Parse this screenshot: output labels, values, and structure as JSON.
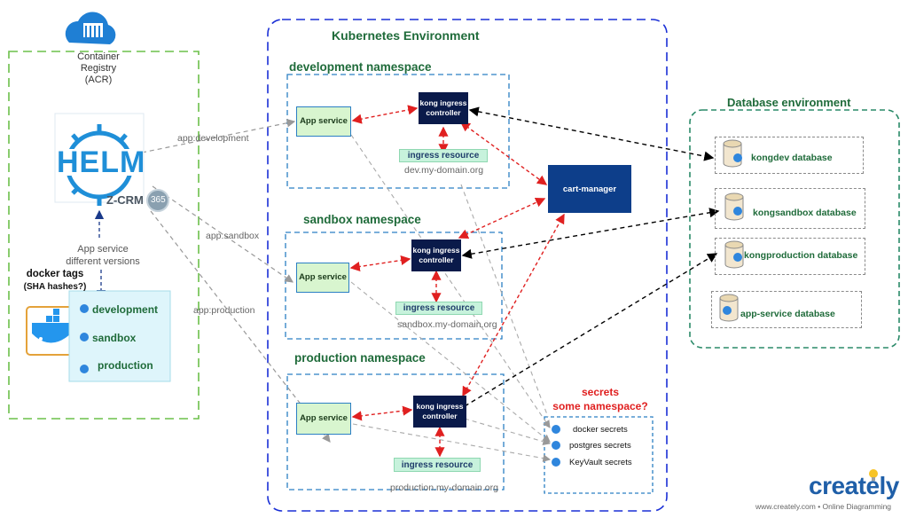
{
  "kubernetes": {
    "title": "Kubernetes Environment"
  },
  "acr": {
    "label_line1": "Container",
    "label_line2": "Registry (ACR)"
  },
  "helm": {
    "logo_text": "HELM",
    "zcrm_text": "Z-CRM",
    "zcrm_suffix": "365"
  },
  "app_service_versions": {
    "line1": "App service",
    "line2": "different versions"
  },
  "docker_tags": {
    "line1": "docker tags",
    "line2": "(SHA hashes?)",
    "items": [
      "development",
      "sandbox",
      "production"
    ]
  },
  "edge_labels": {
    "dev": "app:development",
    "sandbox": "app:sandbox",
    "production": "app:production"
  },
  "namespaces": [
    {
      "title": "development namespace",
      "app_label": "App service",
      "kong_label": "kong ingress controller",
      "ingress_label": "ingress resource",
      "domain": "dev.my-domain.org"
    },
    {
      "title": "sandbox namespace",
      "app_label": "App service",
      "kong_label": "kong ingress controller",
      "ingress_label": "ingress resource",
      "domain": "sandbox.my-domain.org"
    },
    {
      "title": "production namespace",
      "app_label": "App service",
      "kong_label": "kong ingress controller",
      "ingress_label": "ingress resource",
      "domain": "production.my-domain.org"
    }
  ],
  "cart_manager": {
    "label": "cart-manager"
  },
  "database_env": {
    "title": "Database environment",
    "databases": [
      "kongdev database",
      "kongsandbox database",
      "kongproduction database",
      "app-service database"
    ]
  },
  "secrets": {
    "title_line1": "secrets",
    "title_line2": "some namespace?",
    "items": [
      "docker secrets",
      "postgres secrets",
      "KeyVault secrets"
    ]
  },
  "creately": {
    "logo": "creately",
    "footer": "www.creately.com • Online Diagramming"
  },
  "colors": {
    "green": "#1f6b3a",
    "blue": "#2b7fc4",
    "red": "#e02020",
    "navy": "#0a1a4a",
    "dot": "#2f86dd"
  }
}
